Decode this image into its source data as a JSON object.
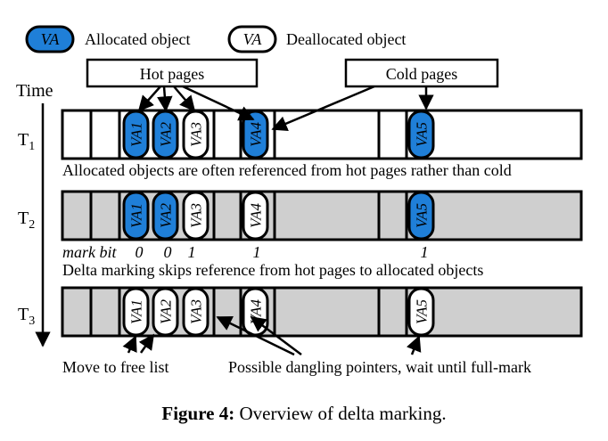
{
  "legend": {
    "allocated_badge": "VA",
    "allocated_label": "Allocated object",
    "deallocated_badge": "VA",
    "deallocated_label": "Deallocated object"
  },
  "callouts": {
    "hot_pages": "Hot pages",
    "cold_pages": "Cold pages"
  },
  "axis": {
    "time_label": "Time"
  },
  "rows": [
    {
      "label_main": "T",
      "label_sub": "1",
      "gray": false,
      "objects": [
        {
          "id": "VA1",
          "state": "allocated"
        },
        {
          "id": "VA2",
          "state": "allocated"
        },
        {
          "id": "VA3",
          "state": "deallocated"
        },
        {
          "id": "VA4",
          "state": "allocated"
        },
        {
          "id": "VA5",
          "state": "allocated"
        }
      ],
      "note": "Allocated objects are often referenced from hot pages rather than cold"
    },
    {
      "label_main": "T",
      "label_sub": "2",
      "gray": true,
      "objects": [
        {
          "id": "VA1",
          "state": "allocated"
        },
        {
          "id": "VA2",
          "state": "allocated"
        },
        {
          "id": "VA3",
          "state": "deallocated"
        },
        {
          "id": "VA4",
          "state": "deallocated"
        },
        {
          "id": "VA5",
          "state": "allocated"
        }
      ],
      "mark_bit_label": "mark bit",
      "mark_bits": [
        "0",
        "0",
        "1",
        "1",
        "1"
      ],
      "note": "Delta marking skips reference from hot pages to  allocated objects"
    },
    {
      "label_main": "T",
      "label_sub": "3",
      "gray": true,
      "objects": [
        {
          "id": "VA1",
          "state": "deallocated"
        },
        {
          "id": "VA2",
          "state": "deallocated"
        },
        {
          "id": "VA3",
          "state": "deallocated"
        },
        {
          "id": "VA4",
          "state": "deallocated"
        },
        {
          "id": "VA5",
          "state": "deallocated"
        }
      ]
    }
  ],
  "bottom_notes": {
    "free_list": "Move to free list",
    "dangling": "Possible dangling pointers, wait until full-mark"
  },
  "caption": {
    "prefix": "Figure 4:",
    "text": " Overview of delta marking."
  },
  "colors": {
    "allocated_fill": "#1f7fd8",
    "deallocated_fill": "#ffffff",
    "gray_row": "#cfcfcf",
    "stroke": "#000000"
  }
}
